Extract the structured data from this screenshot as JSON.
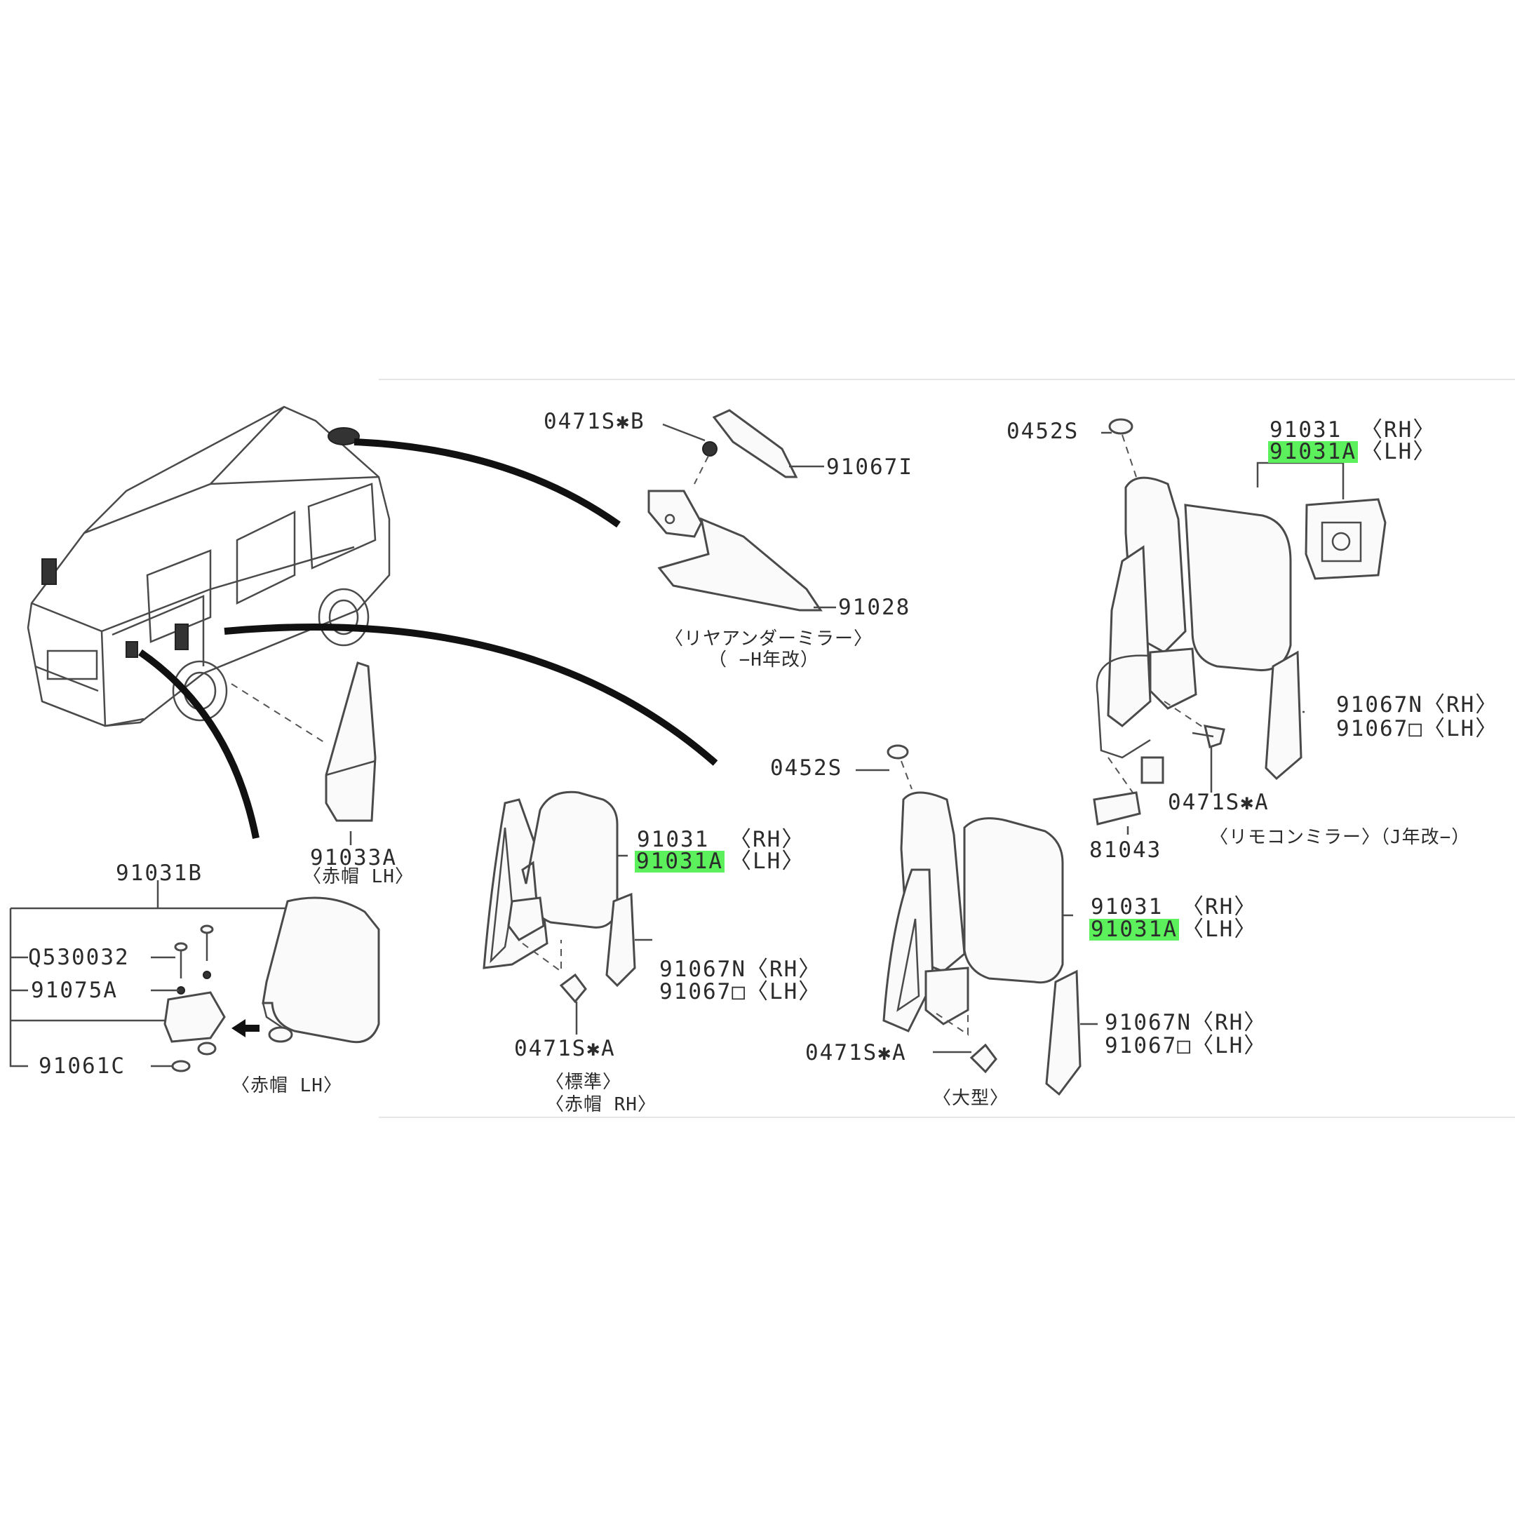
{
  "labels": {
    "l0471sb": "0471S✱B",
    "l91067i": "91067I",
    "l91028": "91028",
    "rear_under_mirror": "〈リヤアンダーミラー〉",
    "rear_under_mirror_note": "（ −H年改）",
    "l0452s_top": "0452S",
    "l91031_rh_tr": "91031",
    "rh_tr": "〈RH〉",
    "l91031a_tr": "91031A",
    "lh_tr": "〈LH〉",
    "l91067n_tr": "91067N〈RH〉",
    "l91067o_tr": "91067□〈LH〉",
    "l0471sa_tr": "0471S✱A",
    "l81043": "81043",
    "remocon_mirror": "〈リモコンミラー〉（J年改−）",
    "l91033a": "91033A",
    "akabo_lh_33": "〈赤帽 LH〉",
    "l91031b": "91031B",
    "lq530032": "Q530032",
    "l91075a": "91075A",
    "l91061c": "91061C",
    "akabo_lh": "〈赤帽 LH〉",
    "l91031_mid": "91031",
    "rh_mid": "〈RH〉",
    "l91031a_mid": "91031A",
    "lh_mid": "〈LH〉",
    "l91067n_mid": "91067N〈RH〉",
    "l91067o_mid": "91067□〈LH〉",
    "l0471sa_mid": "0471S✱A",
    "standard": "〈標準〉",
    "akabo_rh": "〈赤帽 RH〉",
    "l0452s_mid": "0452S",
    "l91031_lg": "91031",
    "rh_lg": "〈RH〉",
    "l91031a_lg": "91031A",
    "lh_lg": "〈LH〉",
    "l91067n_lg": "91067N〈RH〉",
    "l91067o_lg": "91067□〈LH〉",
    "l0471sa_lg": "0471S✱A",
    "large": "〈大型〉"
  },
  "highlight_color": "#5cf05c"
}
